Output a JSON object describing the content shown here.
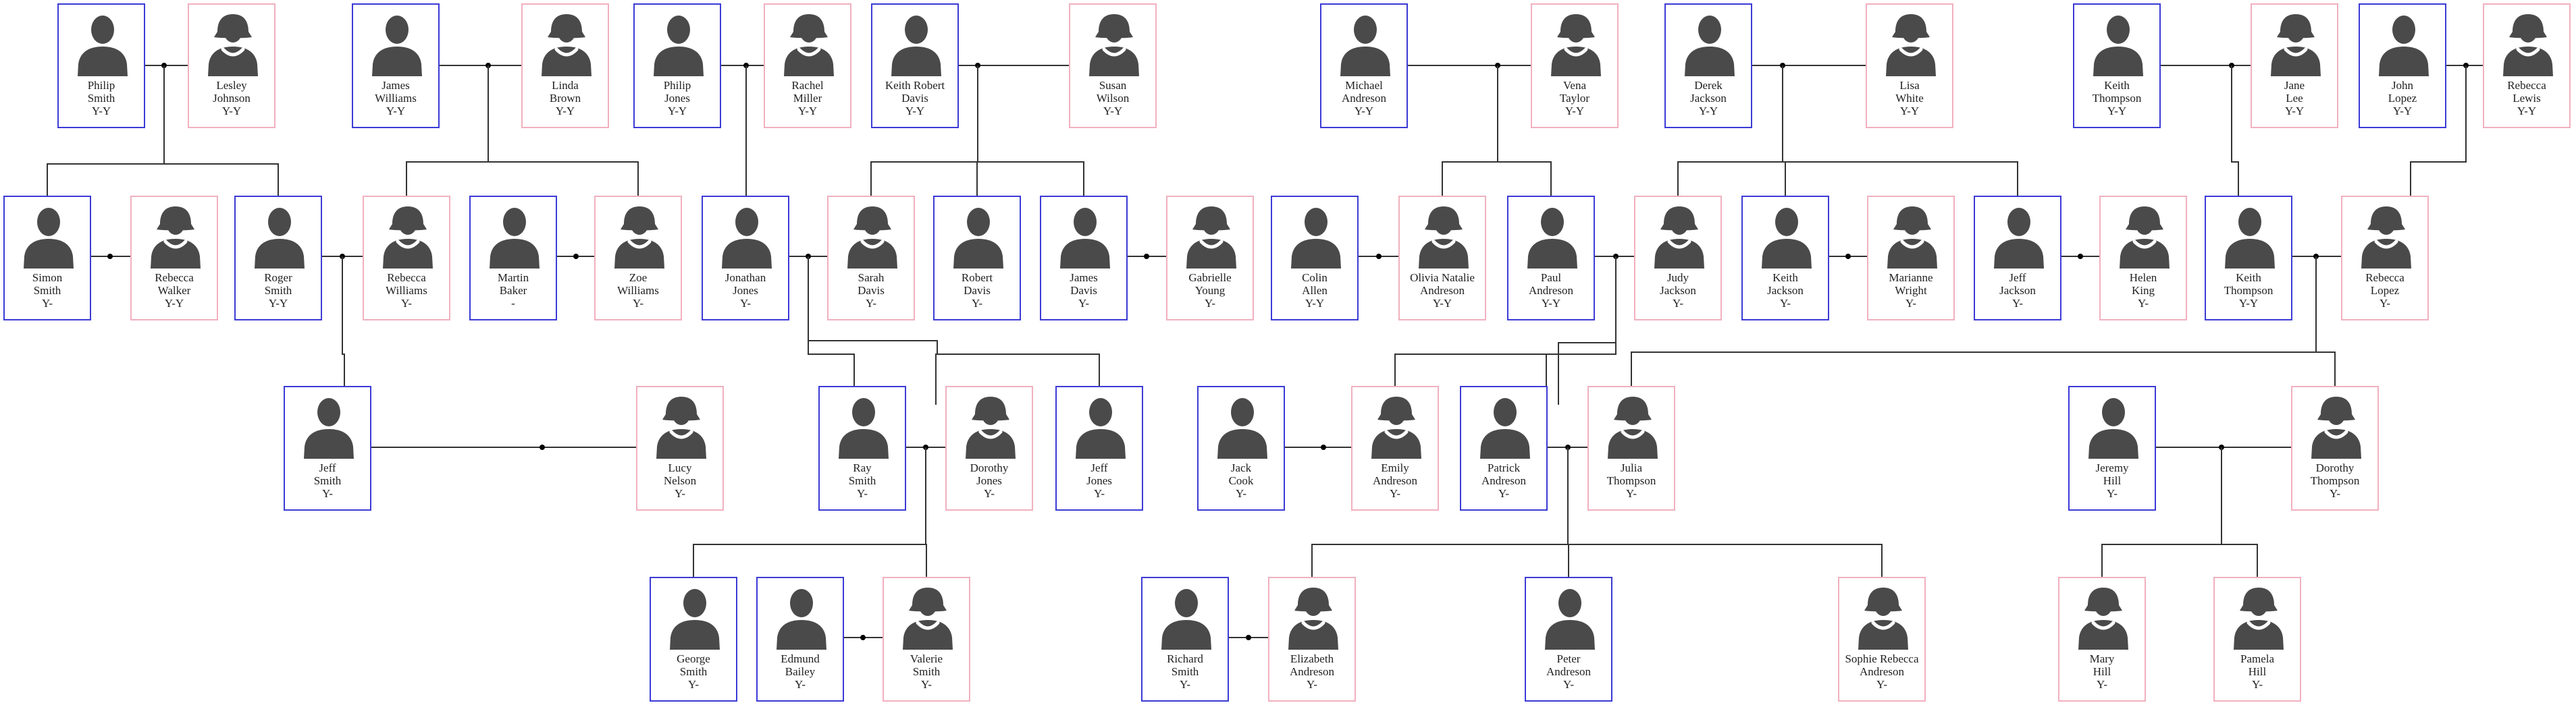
{
  "people": {
    "philip_smith": {
      "first": "Philip",
      "last": "Smith",
      "dates": "Y-Y",
      "sex": "M"
    },
    "lesley_johnson": {
      "first": "Lesley",
      "last": "Johnson",
      "dates": "Y-Y",
      "sex": "F"
    },
    "james_williams": {
      "first": "James",
      "last": "Williams",
      "dates": "Y-Y",
      "sex": "M"
    },
    "linda_brown": {
      "first": "Linda",
      "last": "Brown",
      "dates": "Y-Y",
      "sex": "F"
    },
    "philip_jones": {
      "first": "Philip",
      "last": "Jones",
      "dates": "Y-Y",
      "sex": "M"
    },
    "rachel_miller": {
      "first": "Rachel",
      "last": "Miller",
      "dates": "Y-Y",
      "sex": "F"
    },
    "keith_robert_davis": {
      "first": "Keith Robert",
      "last": "Davis",
      "dates": "Y-Y",
      "sex": "M"
    },
    "susan_wilson": {
      "first": "Susan",
      "last": "Wilson",
      "dates": "Y-Y",
      "sex": "F"
    },
    "michael_andreson": {
      "first": "Michael",
      "last": "Andreson",
      "dates": "Y-Y",
      "sex": "M"
    },
    "vena_taylor": {
      "first": "Vena",
      "last": "Taylor",
      "dates": "Y-Y",
      "sex": "F"
    },
    "derek_jackson": {
      "first": "Derek",
      "last": "Jackson",
      "dates": "Y-Y",
      "sex": "M"
    },
    "lisa_white": {
      "first": "Lisa",
      "last": "White",
      "dates": "Y-Y",
      "sex": "F"
    },
    "keith_thompson_sr": {
      "first": "Keith",
      "last": "Thompson",
      "dates": "Y-Y",
      "sex": "M"
    },
    "jane_lee": {
      "first": "Jane",
      "last": "Lee",
      "dates": "Y-Y",
      "sex": "F"
    },
    "john_lopez": {
      "first": "John",
      "last": "Lopez",
      "dates": "Y-Y",
      "sex": "M"
    },
    "rebecca_lewis": {
      "first": "Rebecca",
      "last": "Lewis",
      "dates": "Y-Y",
      "sex": "F"
    },
    "simon_smith": {
      "first": "Simon",
      "last": "Smith",
      "dates": "Y-",
      "sex": "M"
    },
    "rebecca_walker": {
      "first": "Rebecca",
      "last": "Walker",
      "dates": "Y-Y",
      "sex": "F"
    },
    "roger_smith": {
      "first": "Roger",
      "last": "Smith",
      "dates": "Y-Y",
      "sex": "M"
    },
    "rebecca_williams": {
      "first": "Rebecca",
      "last": "Williams",
      "dates": "Y-",
      "sex": "F"
    },
    "martin_baker": {
      "first": "Martin",
      "last": "Baker",
      "dates": "-",
      "sex": "M"
    },
    "zoe_williams": {
      "first": "Zoe",
      "last": "Williams",
      "dates": "Y-",
      "sex": "F"
    },
    "jonathan_jones": {
      "first": "Jonathan",
      "last": "Jones",
      "dates": "Y-",
      "sex": "M"
    },
    "sarah_davis": {
      "first": "Sarah",
      "last": "Davis",
      "dates": "Y-",
      "sex": "F"
    },
    "robert_davis": {
      "first": "Robert",
      "last": "Davis",
      "dates": "Y-",
      "sex": "M"
    },
    "james_davis": {
      "first": "James",
      "last": "Davis",
      "dates": "Y-",
      "sex": "M"
    },
    "gabrielle_young": {
      "first": "Gabrielle",
      "last": "Young",
      "dates": "Y-",
      "sex": "F"
    },
    "colin_allen": {
      "first": "Colin",
      "last": "Allen",
      "dates": "Y-Y",
      "sex": "M"
    },
    "olivia_natalie_andreson": {
      "first": "Olivia Natalie",
      "last": "Andreson",
      "dates": "Y-Y",
      "sex": "F"
    },
    "paul_andreson": {
      "first": "Paul",
      "last": "Andreson",
      "dates": "Y-Y",
      "sex": "M"
    },
    "judy_jackson": {
      "first": "Judy",
      "last": "Jackson",
      "dates": "Y-",
      "sex": "F"
    },
    "keith_jackson": {
      "first": "Keith",
      "last": "Jackson",
      "dates": "Y-",
      "sex": "M"
    },
    "marianne_wright": {
      "first": "Marianne",
      "last": "Wright",
      "dates": "Y-",
      "sex": "F"
    },
    "jeff_jackson": {
      "first": "Jeff",
      "last": "Jackson",
      "dates": "Y-",
      "sex": "M"
    },
    "helen_king": {
      "first": "Helen",
      "last": "King",
      "dates": "Y-",
      "sex": "F"
    },
    "keith_thompson_jr": {
      "first": "Keith",
      "last": "Thompson",
      "dates": "Y-Y",
      "sex": "M"
    },
    "rebecca_lopez": {
      "first": "Rebecca",
      "last": "Lopez",
      "dates": "Y-",
      "sex": "F"
    },
    "jeff_smith": {
      "first": "Jeff",
      "last": "Smith",
      "dates": "Y-",
      "sex": "M"
    },
    "lucy_nelson": {
      "first": "Lucy",
      "last": "Nelson",
      "dates": "Y-",
      "sex": "F"
    },
    "ray_smith": {
      "first": "Ray",
      "last": "Smith",
      "dates": "Y-",
      "sex": "M"
    },
    "dorothy_jones": {
      "first": "Dorothy",
      "last": "Jones",
      "dates": "Y-",
      "sex": "F"
    },
    "jeff_jones": {
      "first": "Jeff",
      "last": "Jones",
      "dates": "Y-",
      "sex": "M"
    },
    "jack_cook": {
      "first": "Jack",
      "last": "Cook",
      "dates": "Y-",
      "sex": "M"
    },
    "emily_andreson": {
      "first": "Emily",
      "last": "Andreson",
      "dates": "Y-",
      "sex": "F"
    },
    "patrick_andreson": {
      "first": "Patrick",
      "last": "Andreson",
      "dates": "Y-",
      "sex": "M"
    },
    "julia_thompson": {
      "first": "Julia",
      "last": "Thompson",
      "dates": "Y-",
      "sex": "F"
    },
    "jeremy_hill": {
      "first": "Jeremy",
      "last": "Hill",
      "dates": "Y-",
      "sex": "M"
    },
    "dorothy_thompson": {
      "first": "Dorothy",
      "last": "Thompson",
      "dates": "Y-",
      "sex": "F"
    },
    "george_smith": {
      "first": "George",
      "last": "Smith",
      "dates": "Y-",
      "sex": "M"
    },
    "edmund_bailey": {
      "first": "Edmund",
      "last": "Bailey",
      "dates": "Y-",
      "sex": "M"
    },
    "valerie_smith": {
      "first": "Valerie",
      "last": "Smith",
      "dates": "Y-",
      "sex": "F"
    },
    "richard_smith": {
      "first": "Richard",
      "last": "Smith",
      "dates": "Y-",
      "sex": "M"
    },
    "elizabeth_andreson": {
      "first": "Elizabeth",
      "last": "Andreson",
      "dates": "Y-",
      "sex": "F"
    },
    "peter_andreson": {
      "first": "Peter",
      "last": "Andreson",
      "dates": "Y-",
      "sex": "M"
    },
    "sophie_rebecca_andreson": {
      "first": "Sophie Rebecca",
      "last": "Andreson",
      "dates": "Y-",
      "sex": "F"
    },
    "mary_hill": {
      "first": "Mary",
      "last": "Hill",
      "dates": "Y-",
      "sex": "F"
    },
    "pamela_hill": {
      "first": "Pamela",
      "last": "Hill",
      "dates": "Y-",
      "sex": "F"
    }
  },
  "colors": {
    "male_border": "#3b3bd6",
    "female_border": "#f1b0be",
    "silhouette": "#4a4a4a",
    "line": "#333333"
  },
  "icons": {
    "male": "male-silhouette-icon",
    "female": "female-silhouette-icon"
  }
}
